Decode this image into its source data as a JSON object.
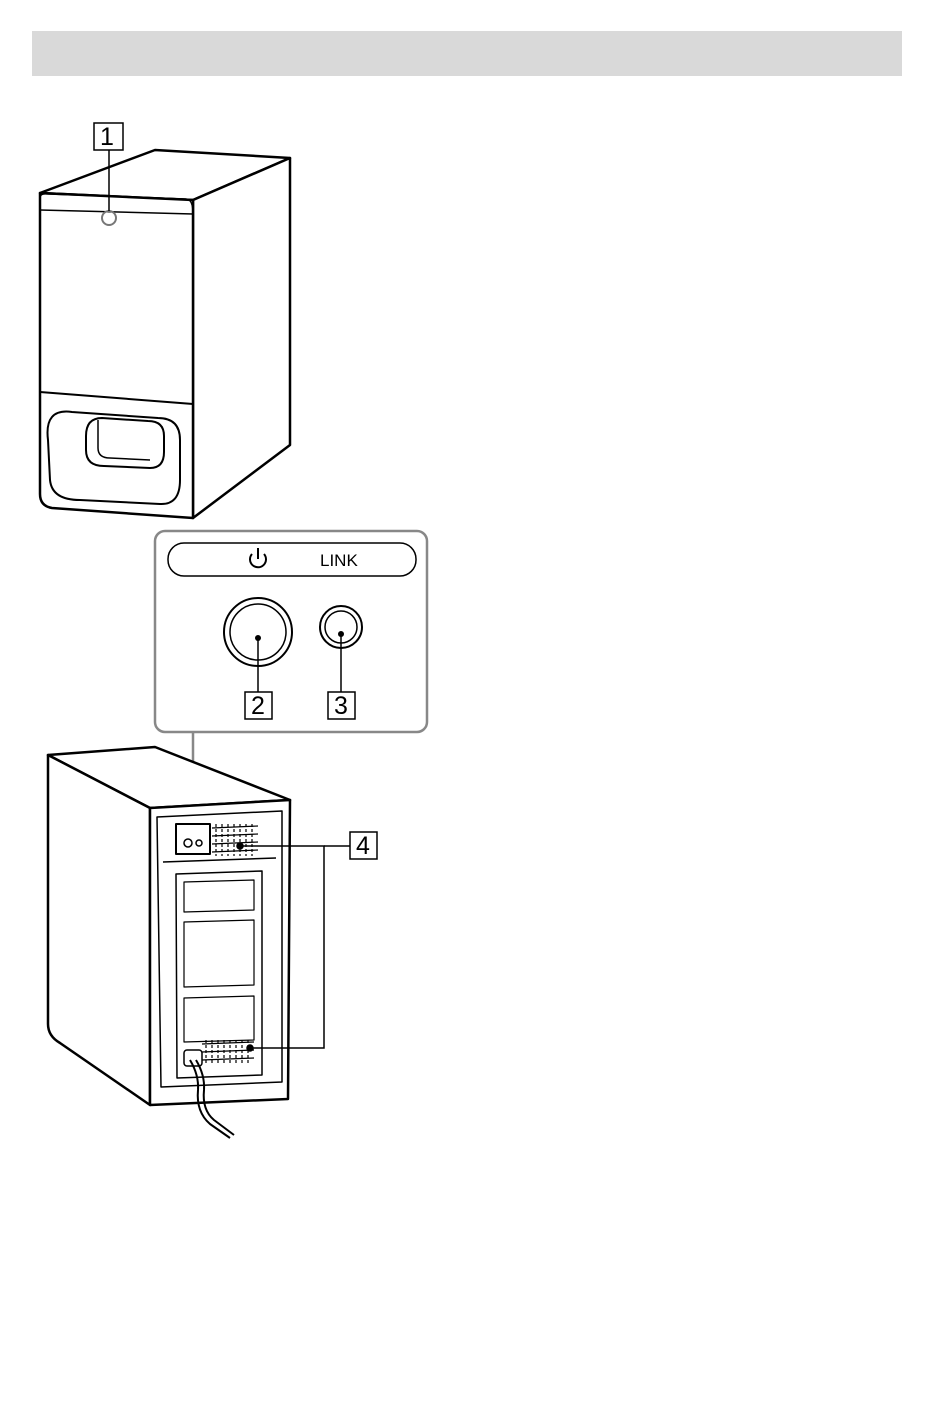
{
  "header": {
    "title": ""
  },
  "callouts": [
    "1",
    "2",
    "3",
    "4"
  ],
  "panel": {
    "power_symbol": "⏻",
    "link_label": "LINK"
  }
}
